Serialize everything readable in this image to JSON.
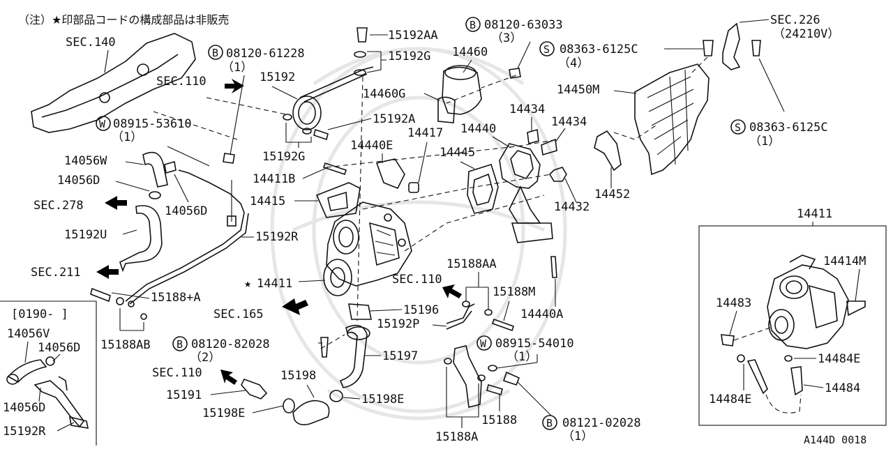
{
  "note": "（注）★印部品コードの構成部品は非販売",
  "footer_code": "A144D 0018",
  "sections": {
    "s140": "SEC.140",
    "s110a": "SEC.110",
    "s278": "SEC.278",
    "s211": "SEC.211",
    "s165": "SEC.165",
    "s110b": "SEC.110",
    "s110c": "SEC.110",
    "s226": "SEC.226",
    "s226_sub": "（24210V）"
  },
  "bolts": {
    "b1": {
      "prefix": "B",
      "code": "08120-61228",
      "qty": "（1）"
    },
    "b2": {
      "prefix": "B",
      "code": "08120-63033",
      "qty": "（3）"
    },
    "b3": {
      "prefix": "B",
      "code": "08120-82028",
      "qty": "（2）"
    },
    "b4": {
      "prefix": "B",
      "code": "08121-02028",
      "qty": "（1）"
    },
    "w1": {
      "prefix": "W",
      "code": "08915-53610",
      "qty": "（1）"
    },
    "w2": {
      "prefix": "W",
      "code": "08915-54010",
      "qty": "（1）"
    },
    "s1": {
      "prefix": "S",
      "code": "08363-6125C",
      "qty": "（4）"
    },
    "s2": {
      "prefix": "S",
      "code": "08363-6125C",
      "qty": "（1）"
    }
  },
  "parts": {
    "p15192AA": "15192AA",
    "p15192G_a": "15192G",
    "p15192": "15192",
    "p15192A": "15192A",
    "p15192G_b": "15192G",
    "p14460": "14460",
    "p14460G": "14460G",
    "p14450M": "14450M",
    "p14434a": "14434",
    "p14434b": "14434",
    "p14440": "14440",
    "p14417": "14417",
    "p14440E": "14440E",
    "p14445": "14445",
    "p14411B": "14411B",
    "p14415": "14415",
    "p14452": "14452",
    "p14432": "14432",
    "p14056W": "14056W",
    "p14056D_a": "14056D",
    "p14056D_b": "14056D",
    "p15192U": "15192U",
    "p15192R": "15192R",
    "p14411": "14411",
    "p15188A_top": "15188+A",
    "p15188AB": "15188AB",
    "p15196": "15196",
    "p15192P": "15192P",
    "p15188AA": "15188AA",
    "p15188M": "15188M",
    "p14440A": "14440A",
    "p15197": "15197",
    "p15198": "15198",
    "p15191": "15191",
    "p15198E_a": "15198E",
    "p15198E_b": "15198E",
    "p15188": "15188",
    "p15188A_bot": "15188A"
  },
  "inset_left": {
    "header": "[0190-   ]",
    "p14056V": "14056V",
    "p14056D_a": "14056D",
    "p14056D_b": "14056D",
    "p15192R": "15192R"
  },
  "inset_right": {
    "title": "14411",
    "p14414M": "14414M",
    "p14483": "14483",
    "p14484E_a": "14484E",
    "p14484E_b": "14484E",
    "p14484": "14484"
  }
}
